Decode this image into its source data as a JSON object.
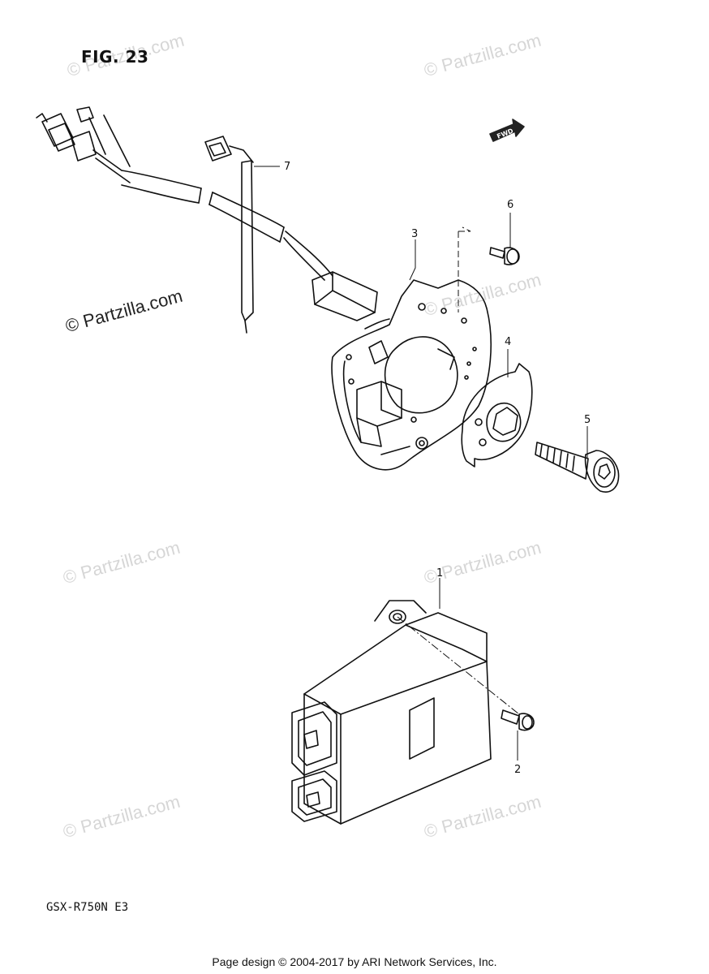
{
  "figure": {
    "title": "FIG. 23"
  },
  "model": "GSX-R750N  E3",
  "footer": "Page design © 2004-2017 by ARI Network Services, Inc.",
  "watermark": {
    "text": "© Partzilla.com"
  },
  "fwd_label": "FWD",
  "callouts": {
    "c1": "1",
    "c2": "2",
    "c3": "3",
    "c4": "4",
    "c5": "5",
    "c6": "6",
    "c7": "7"
  }
}
